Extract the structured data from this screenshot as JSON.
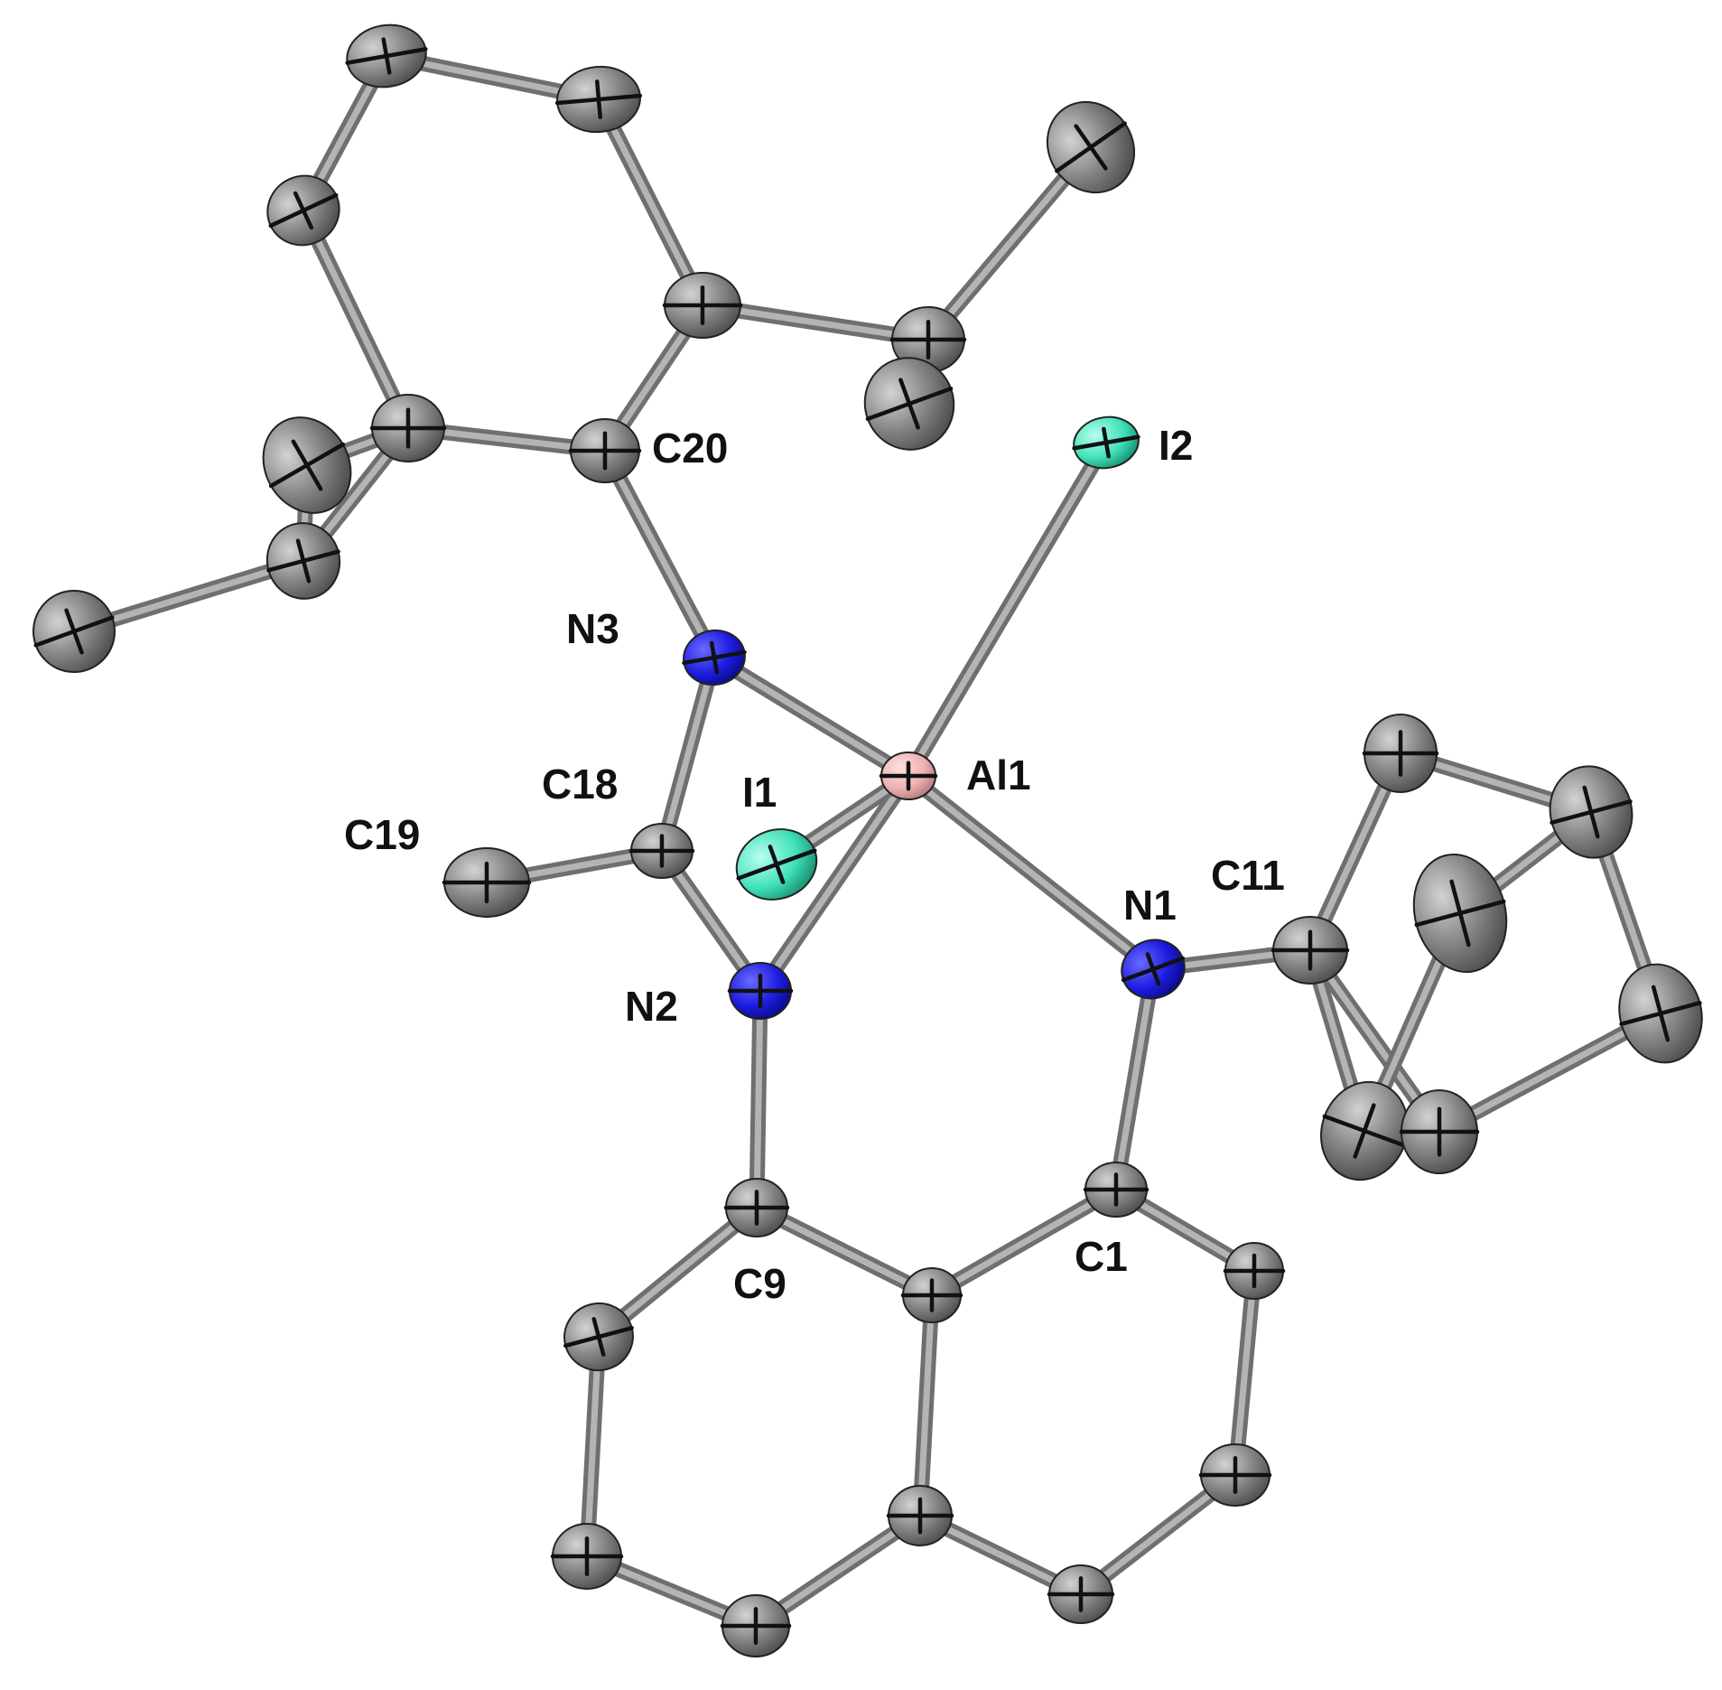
{
  "diagram": {
    "type": "ORTEP molecular structure",
    "colors": {
      "carbon": "#858585",
      "nitrogen": "#1c1ce0",
      "aluminium": "#eeb0b0",
      "iodine": "#3fe0b8",
      "bond": "#8f8f8f",
      "label": "#111111"
    },
    "labels": {
      "C20": "C20",
      "I2": "I2",
      "N3": "N3",
      "Al1": "Al1",
      "C18": "C18",
      "I1": "I1",
      "C19": "C19",
      "C11": "C11",
      "N1": "N1",
      "N2": "N2",
      "C1": "C1",
      "C9": "C9"
    }
  }
}
